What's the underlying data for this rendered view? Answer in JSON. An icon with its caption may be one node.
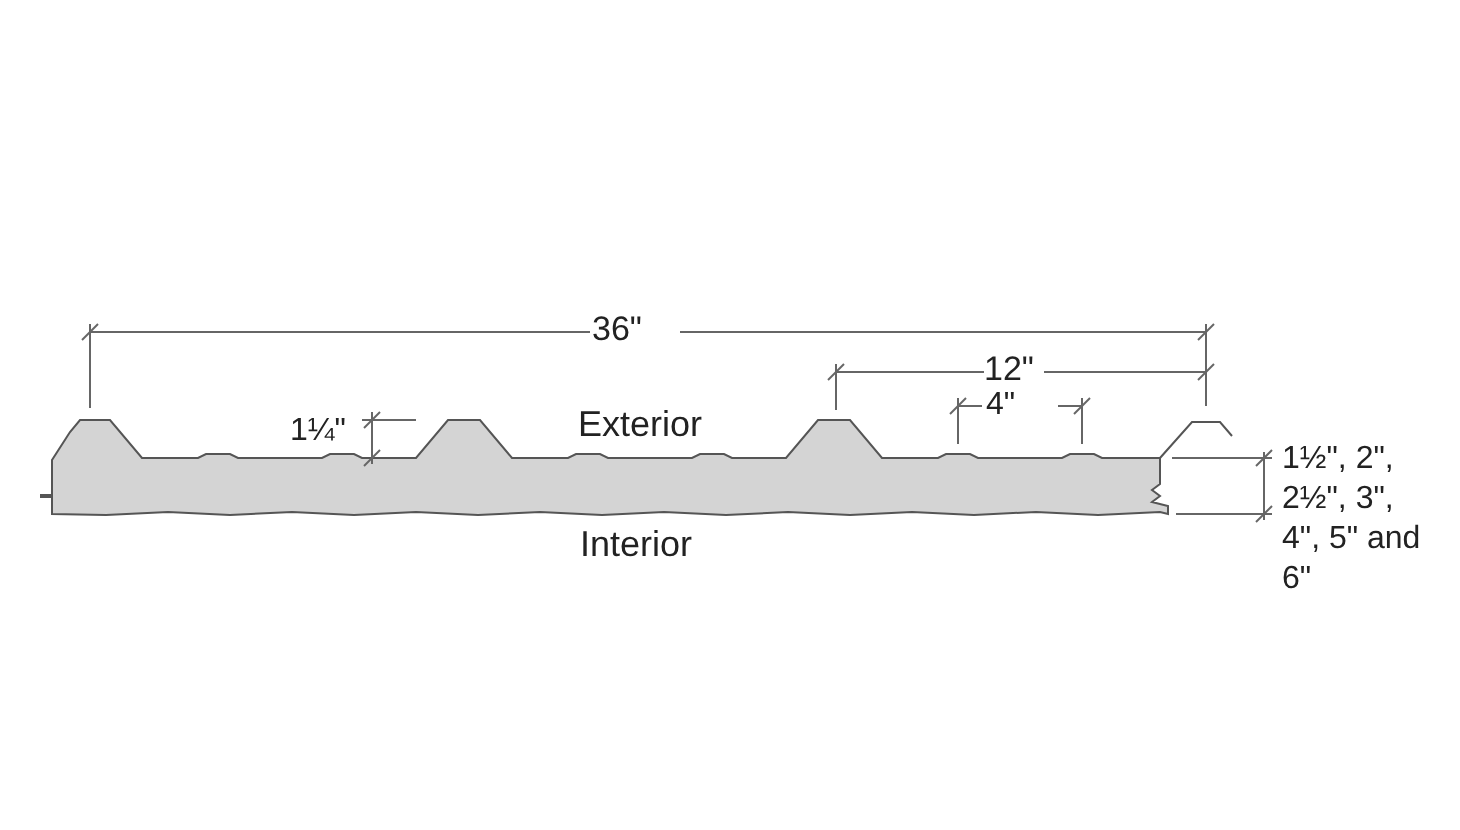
{
  "diagram": {
    "labels": [
      "36\"",
      "12\"",
      "4\"",
      "1¼\"",
      "Exterior",
      "Interior",
      "1½\", 2\", 2½\", 3\", 4\", 5\" and 6\""
    ]
  }
}
